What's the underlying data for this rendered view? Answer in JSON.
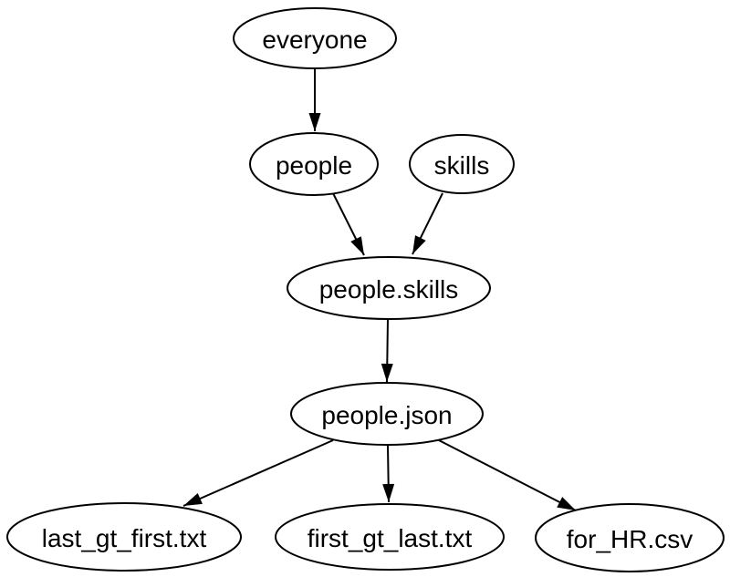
{
  "diagram": {
    "type": "directed-graph",
    "background_color": "#ffffff",
    "node_fill_color": "#ffffff",
    "node_stroke_color": "#000000",
    "edge_color": "#000000",
    "text_color": "#000000",
    "nodes": {
      "everyone": {
        "label": "everyone"
      },
      "people": {
        "label": "people"
      },
      "skills": {
        "label": "skills"
      },
      "people_skills": {
        "label": "people.skills"
      },
      "people_json": {
        "label": "people.json"
      },
      "last_gt_first_txt": {
        "label": "last_gt_first.txt"
      },
      "first_gt_last_txt": {
        "label": "first_gt_last.txt"
      },
      "for_hr_csv": {
        "label": "for_HR.csv"
      }
    },
    "edges": [
      {
        "from": "everyone",
        "to": "people"
      },
      {
        "from": "people",
        "to": "people.skills"
      },
      {
        "from": "skills",
        "to": "people.skills"
      },
      {
        "from": "people.skills",
        "to": "people.json"
      },
      {
        "from": "people.json",
        "to": "last_gt_first.txt"
      },
      {
        "from": "people.json",
        "to": "first_gt_last.txt"
      },
      {
        "from": "people.json",
        "to": "for_HR.csv"
      }
    ]
  }
}
